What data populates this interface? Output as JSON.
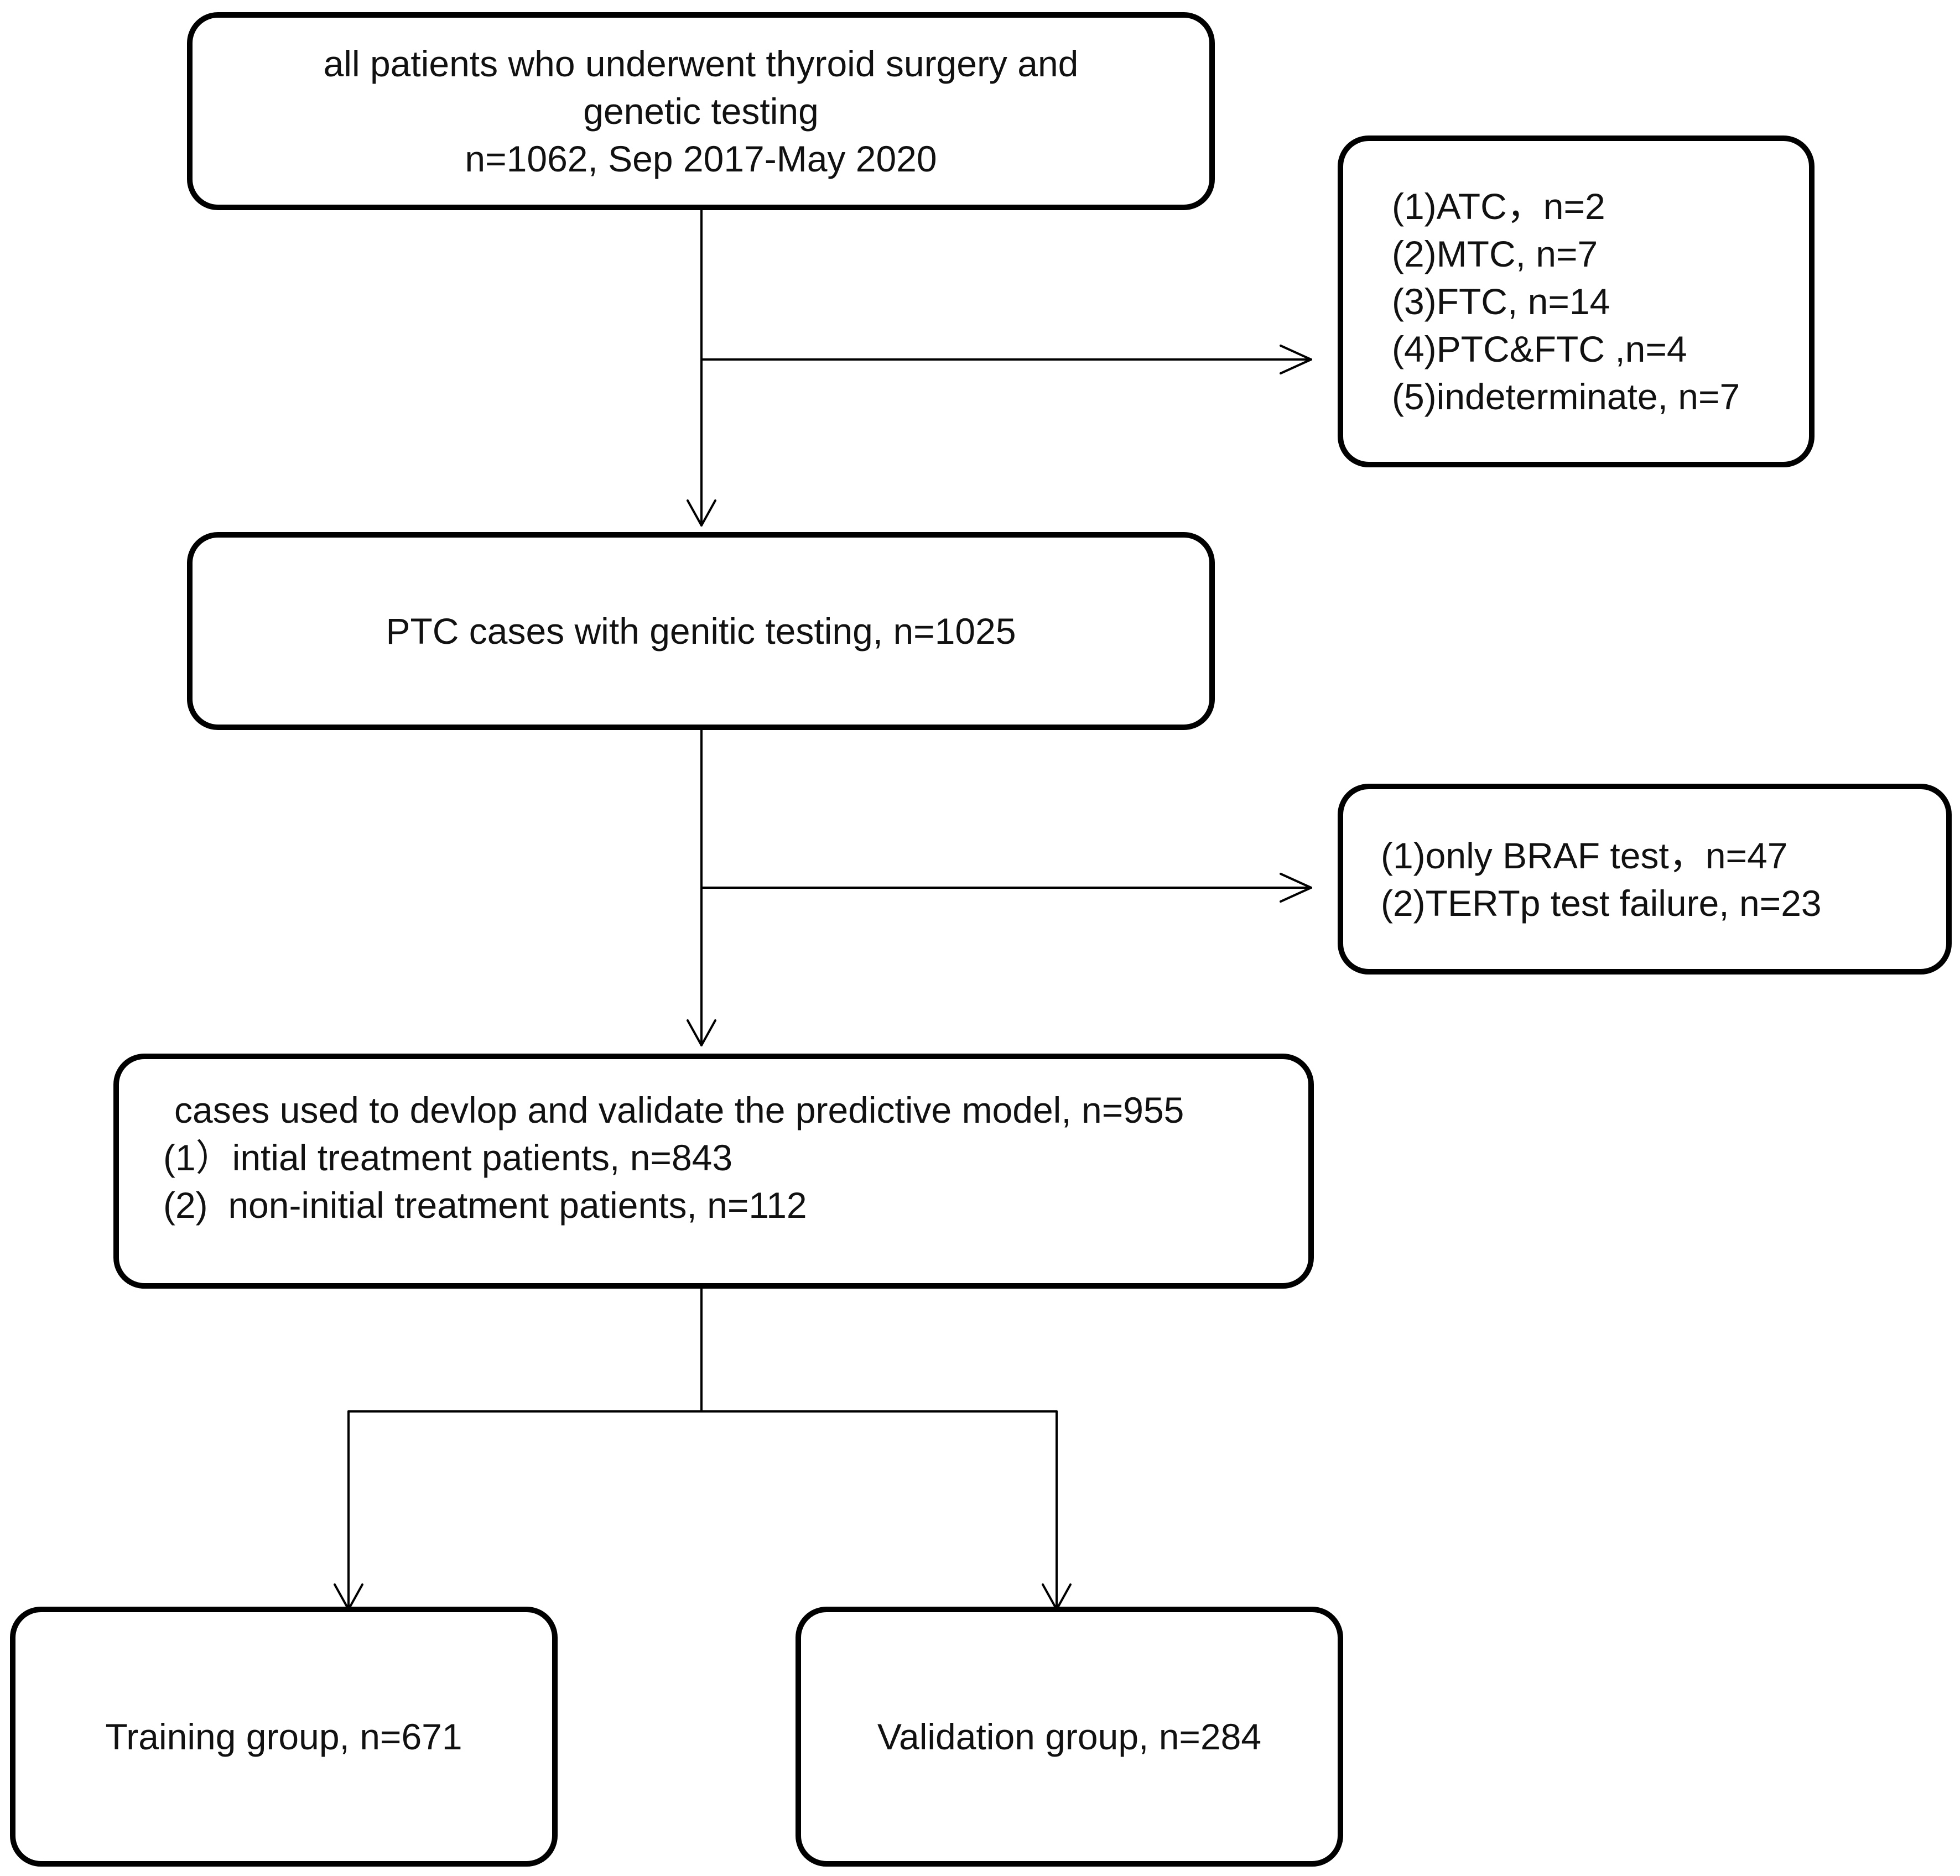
{
  "flowchart": {
    "start_box": {
      "lines": [
        "all patients who underwent thyroid surgery and",
        "genetic testing",
        "n=1062, Sep 2017-May 2020"
      ]
    },
    "exclusion_box_1": {
      "lines": [
        "(1)ATC，n=2",
        "(2)MTC, n=7",
        "(3)FTC, n=14",
        "(4)PTC&FTC ,n=4",
        "(5)indeterminate, n=7"
      ]
    },
    "ptc_box": {
      "lines": [
        "PTC cases with genitic testing, n=1025"
      ]
    },
    "exclusion_box_2": {
      "lines": [
        "(1)only BRAF test，n=47",
        "(2)TERTp test failure, n=23"
      ]
    },
    "model_box": {
      "lines": [
        "cases used to devlop and validate the predictive model, n=955",
        "(1）intial treatment patients, n=843",
        "(2)  non-initial treatment patients, n=112"
      ]
    },
    "training_box": {
      "lines": [
        "Training group, n=671"
      ]
    },
    "validation_box": {
      "lines": [
        "Validation group, n=284"
      ]
    }
  },
  "colors": {
    "stroke": "#000000",
    "text": "#111111",
    "background": "#ffffff"
  }
}
